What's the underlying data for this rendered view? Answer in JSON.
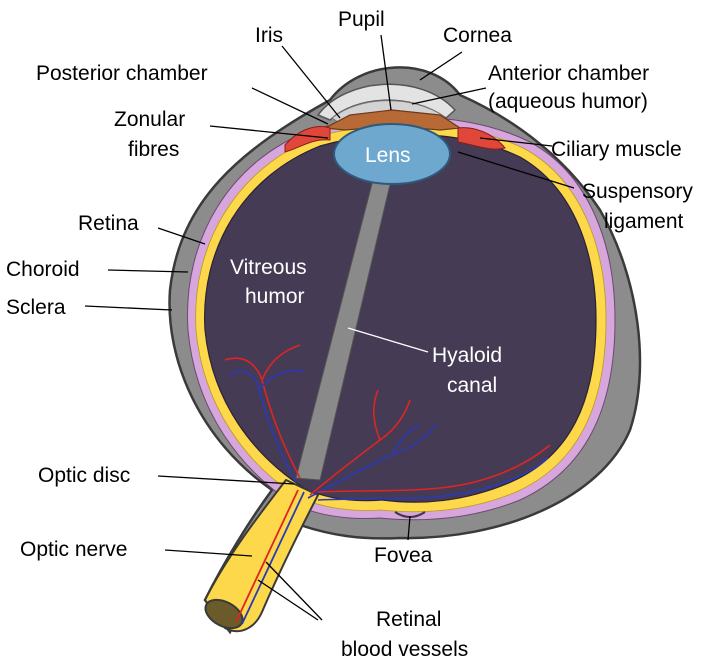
{
  "diagram": {
    "labels": {
      "pupil": "Pupil",
      "iris": "Iris",
      "cornea": "Cornea",
      "posterior_chamber": "Posterior chamber",
      "anterior_chamber_1": "Anterior chamber",
      "anterior_chamber_2": "(aqueous humor)",
      "zonular_1": "Zonular",
      "zonular_2": "fibres",
      "lens": "Lens",
      "ciliary_muscle": "Ciliary muscle",
      "suspensory_1": "Suspensory",
      "suspensory_2": "ligament",
      "retina": "Retina",
      "choroid": "Choroid",
      "sclera": "Sclera",
      "vitreous_1": "Vitreous",
      "vitreous_2": "humor",
      "hyaloid_1": "Hyaloid",
      "hyaloid_2": "canal",
      "optic_disc": "Optic disc",
      "optic_nerve": "Optic nerve",
      "fovea": "Fovea",
      "retinal_vessels_1": "Retinal",
      "retinal_vessels_2": "blood vessels"
    },
    "colors": {
      "sclera": "#8c8c8c",
      "choroid": "#d7a6dd",
      "retina": "#fcd84a",
      "vitreous": "#453b54",
      "lens": "#6ea8cf",
      "cornea": "#e3e3e3",
      "iris": "#b86a36",
      "ciliary": "#e0473b",
      "artery": "#e02424",
      "vein": "#2a3ab8"
    }
  }
}
